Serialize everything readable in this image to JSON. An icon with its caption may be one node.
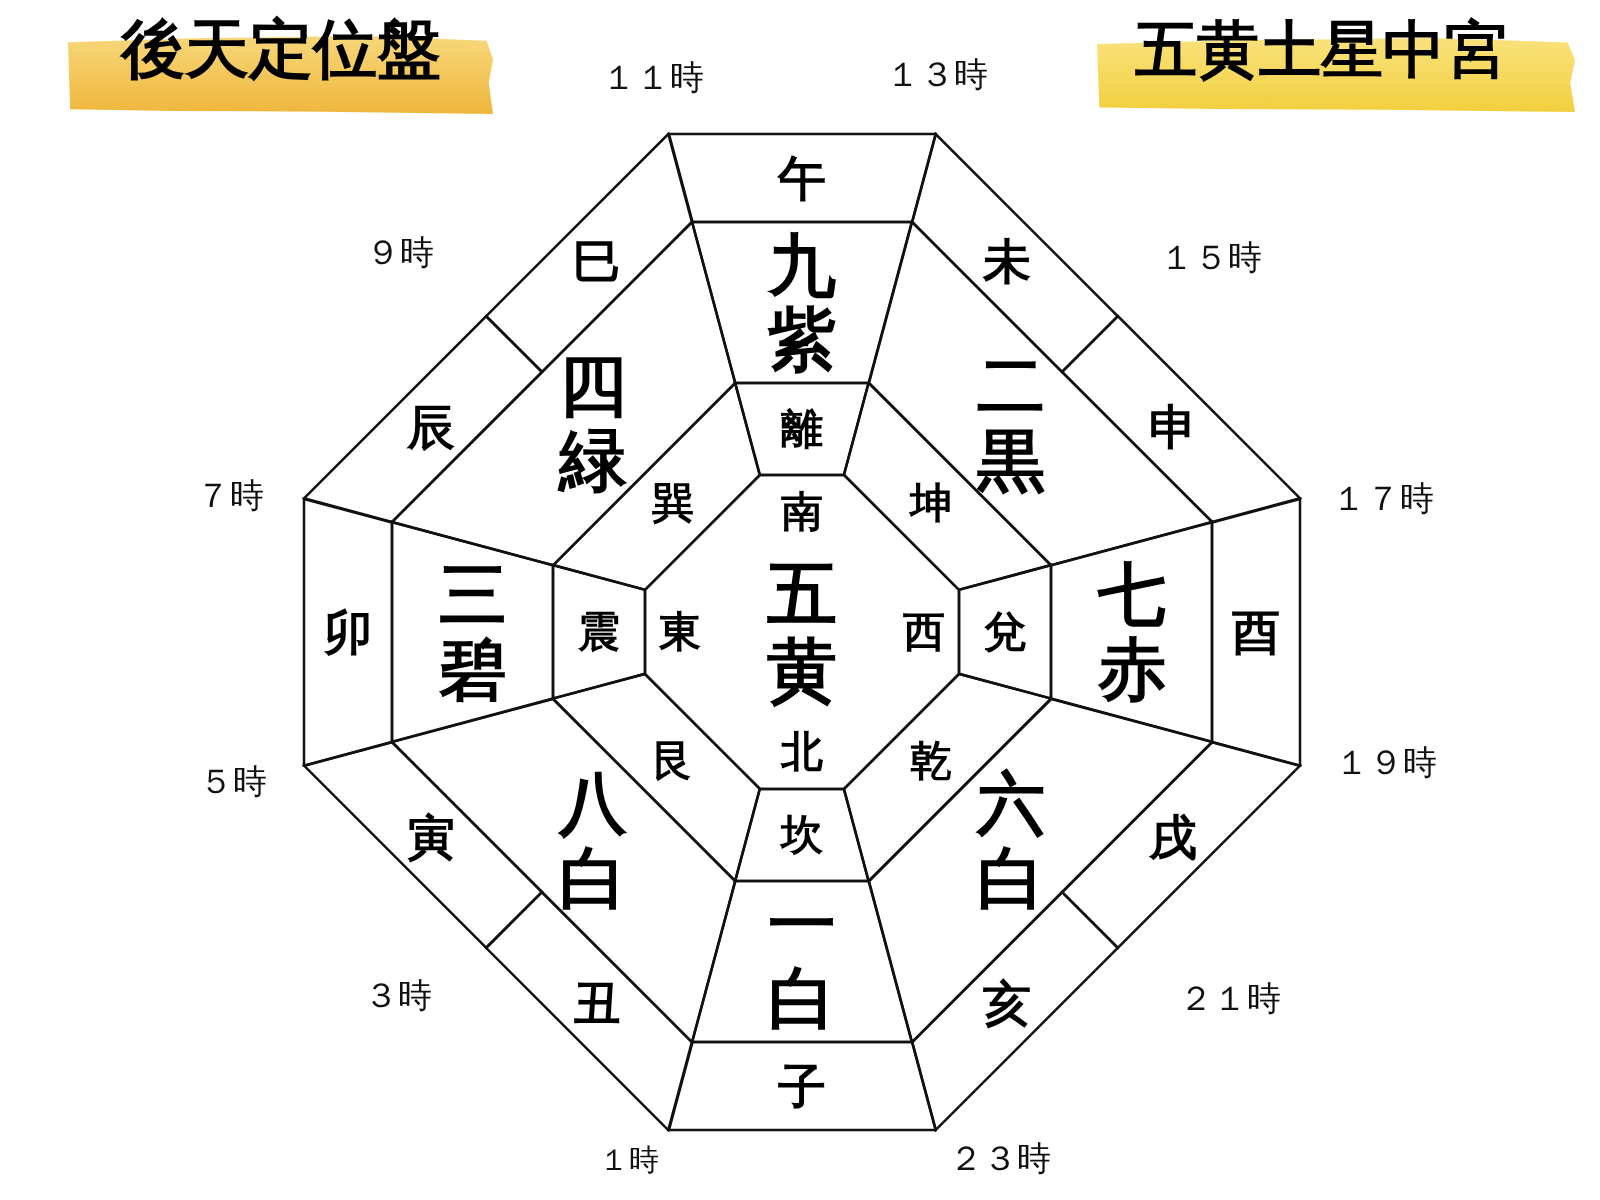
{
  "diagram": {
    "title": "後天定位盤",
    "nodes": [
      {
        "text": [
          "午"
        ]
      },
      {
        "text": [
          "未"
        ]
      },
      {
        "text": [
          "申"
        ]
      },
      {
        "text": [
          "酉"
        ]
      },
      {
        "text": [
          "戌"
        ]
      },
      {
        "text": [
          "亥"
        ]
      },
      {
        "text": [
          "子"
        ]
      },
      {
        "text": [
          "丑"
        ]
      },
      {
        "text": [
          "寅"
        ]
      },
      {
        "text": [
          "卯"
        ]
      },
      {
        "text": [
          "辰"
        ]
      },
      {
        "text": [
          "巳"
        ]
      },
      {
        "text": [
          "九紫"
        ]
      },
      {
        "text": [
          "二黒"
        ]
      },
      {
        "text": [
          "七赤"
        ]
      },
      {
        "text": [
          "六白"
        ]
      },
      {
        "text": [
          "一白"
        ]
      },
      {
        "text": [
          "八白"
        ]
      },
      {
        "text": [
          "三碧"
        ]
      },
      {
        "text": [
          "四緑"
        ]
      },
      {
        "text": [
          "離"
        ]
      },
      {
        "text": [
          "坤"
        ]
      },
      {
        "text": [
          "兌"
        ]
      },
      {
        "text": [
          "乾"
        ]
      },
      {
        "text": [
          "坎"
        ]
      },
      {
        "text": [
          "艮"
        ]
      },
      {
        "text": [
          "震"
        ]
      },
      {
        "text": [
          "巽"
        ]
      },
      {
        "text": [
          "南",
          "東",
          "五黄",
          "西",
          "北"
        ]
      }
    ],
    "labels": [
      "五黄土星中宮",
      "１１時",
      "１３時",
      "９時",
      "１５時",
      "７時",
      "１７時",
      "５時",
      "１９時",
      "３時",
      "２１時",
      "１時",
      "２３時"
    ]
  }
}
